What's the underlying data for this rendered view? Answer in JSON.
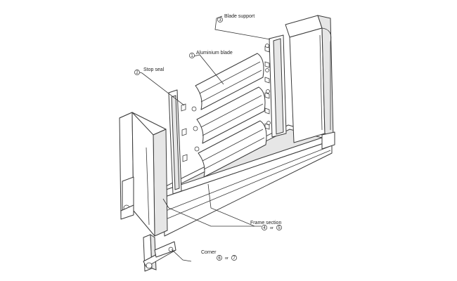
{
  "labels": {
    "blade_support": {
      "number": "3",
      "text": "Blade support"
    },
    "aluminium_blade": {
      "number": "1",
      "text": "Aluminium blade"
    },
    "stop_seal": {
      "number": "2",
      "text": "Stop seal"
    },
    "frame_section": {
      "text": "Frame section",
      "number_a": "4",
      "connector": "or",
      "number_b": "5"
    },
    "corner": {
      "text": "Corner",
      "number_a": "6",
      "connector": "or",
      "number_b": "7"
    }
  }
}
